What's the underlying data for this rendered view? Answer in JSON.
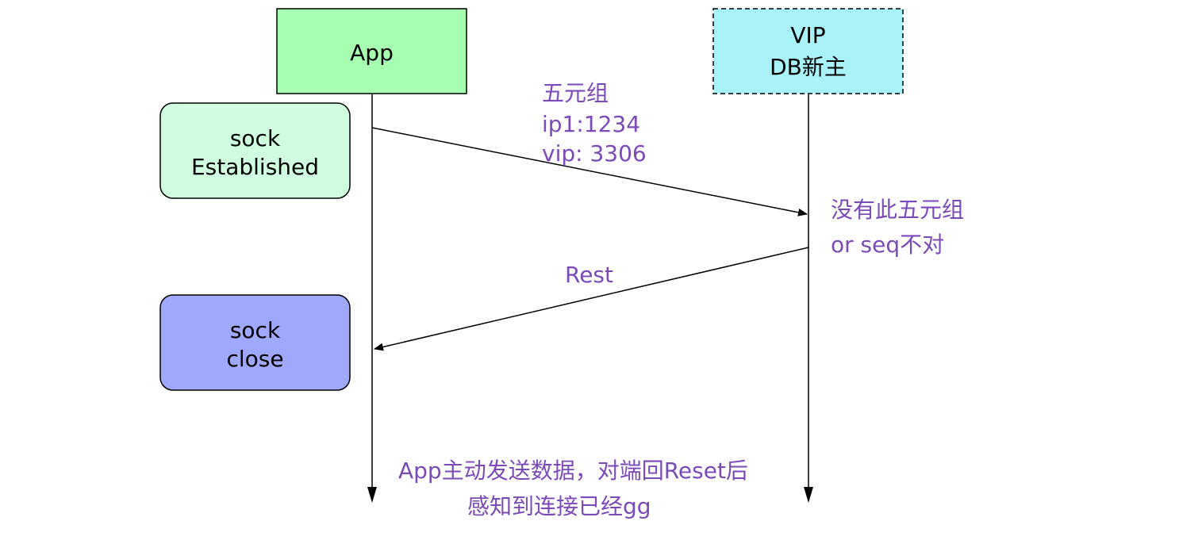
{
  "participants": {
    "app": {
      "label": "App",
      "fill": "#a6ffb0"
    },
    "vip": {
      "line1": "VIP",
      "line2": "DB新主",
      "fill": "#a9f2f8"
    }
  },
  "states": {
    "established": {
      "line1": "sock",
      "line2": "Established",
      "fill": "#d0fde0"
    },
    "closed": {
      "line1": "sock",
      "line2": "close",
      "fill": "#a0a8fb"
    }
  },
  "messages": {
    "tuple": {
      "line1": "五元组",
      "line2": "ip1:1234",
      "line3": "vip: 3306"
    },
    "vip_note": {
      "line1": "没有此五元组",
      "line2": "or seq不对"
    },
    "reset": {
      "label": "Rest"
    }
  },
  "footer": {
    "line1": "App主动发送数据，对端回Reset后",
    "line2": "感知到连接已经gg"
  },
  "colors": {
    "text_accent": "#7b4bb8",
    "line": "#000000"
  }
}
